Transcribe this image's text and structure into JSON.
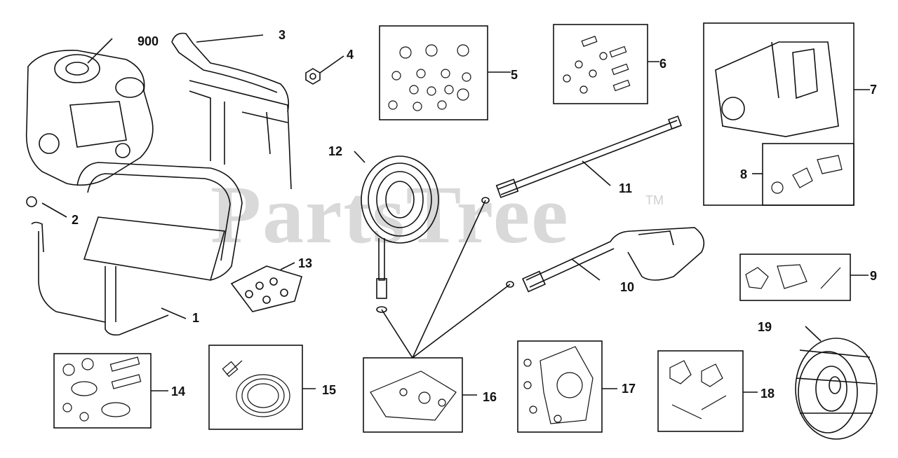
{
  "watermark": {
    "text": "PartsTree",
    "trademark": "TM"
  },
  "callouts": {
    "n900": "900",
    "n1": "1",
    "n2": "2",
    "n3": "3",
    "n4": "4",
    "n5": "5",
    "n6": "6",
    "n7": "7",
    "n8": "8",
    "n9": "9",
    "n10": "10",
    "n11": "11",
    "n12": "12",
    "n13": "13",
    "n14": "14",
    "n15": "15",
    "n16": "16",
    "n17": "17",
    "n18": "18",
    "n19": "19"
  },
  "colors": {
    "line": "#111111",
    "watermark": "#d9d9d9",
    "background": "#ffffff"
  }
}
